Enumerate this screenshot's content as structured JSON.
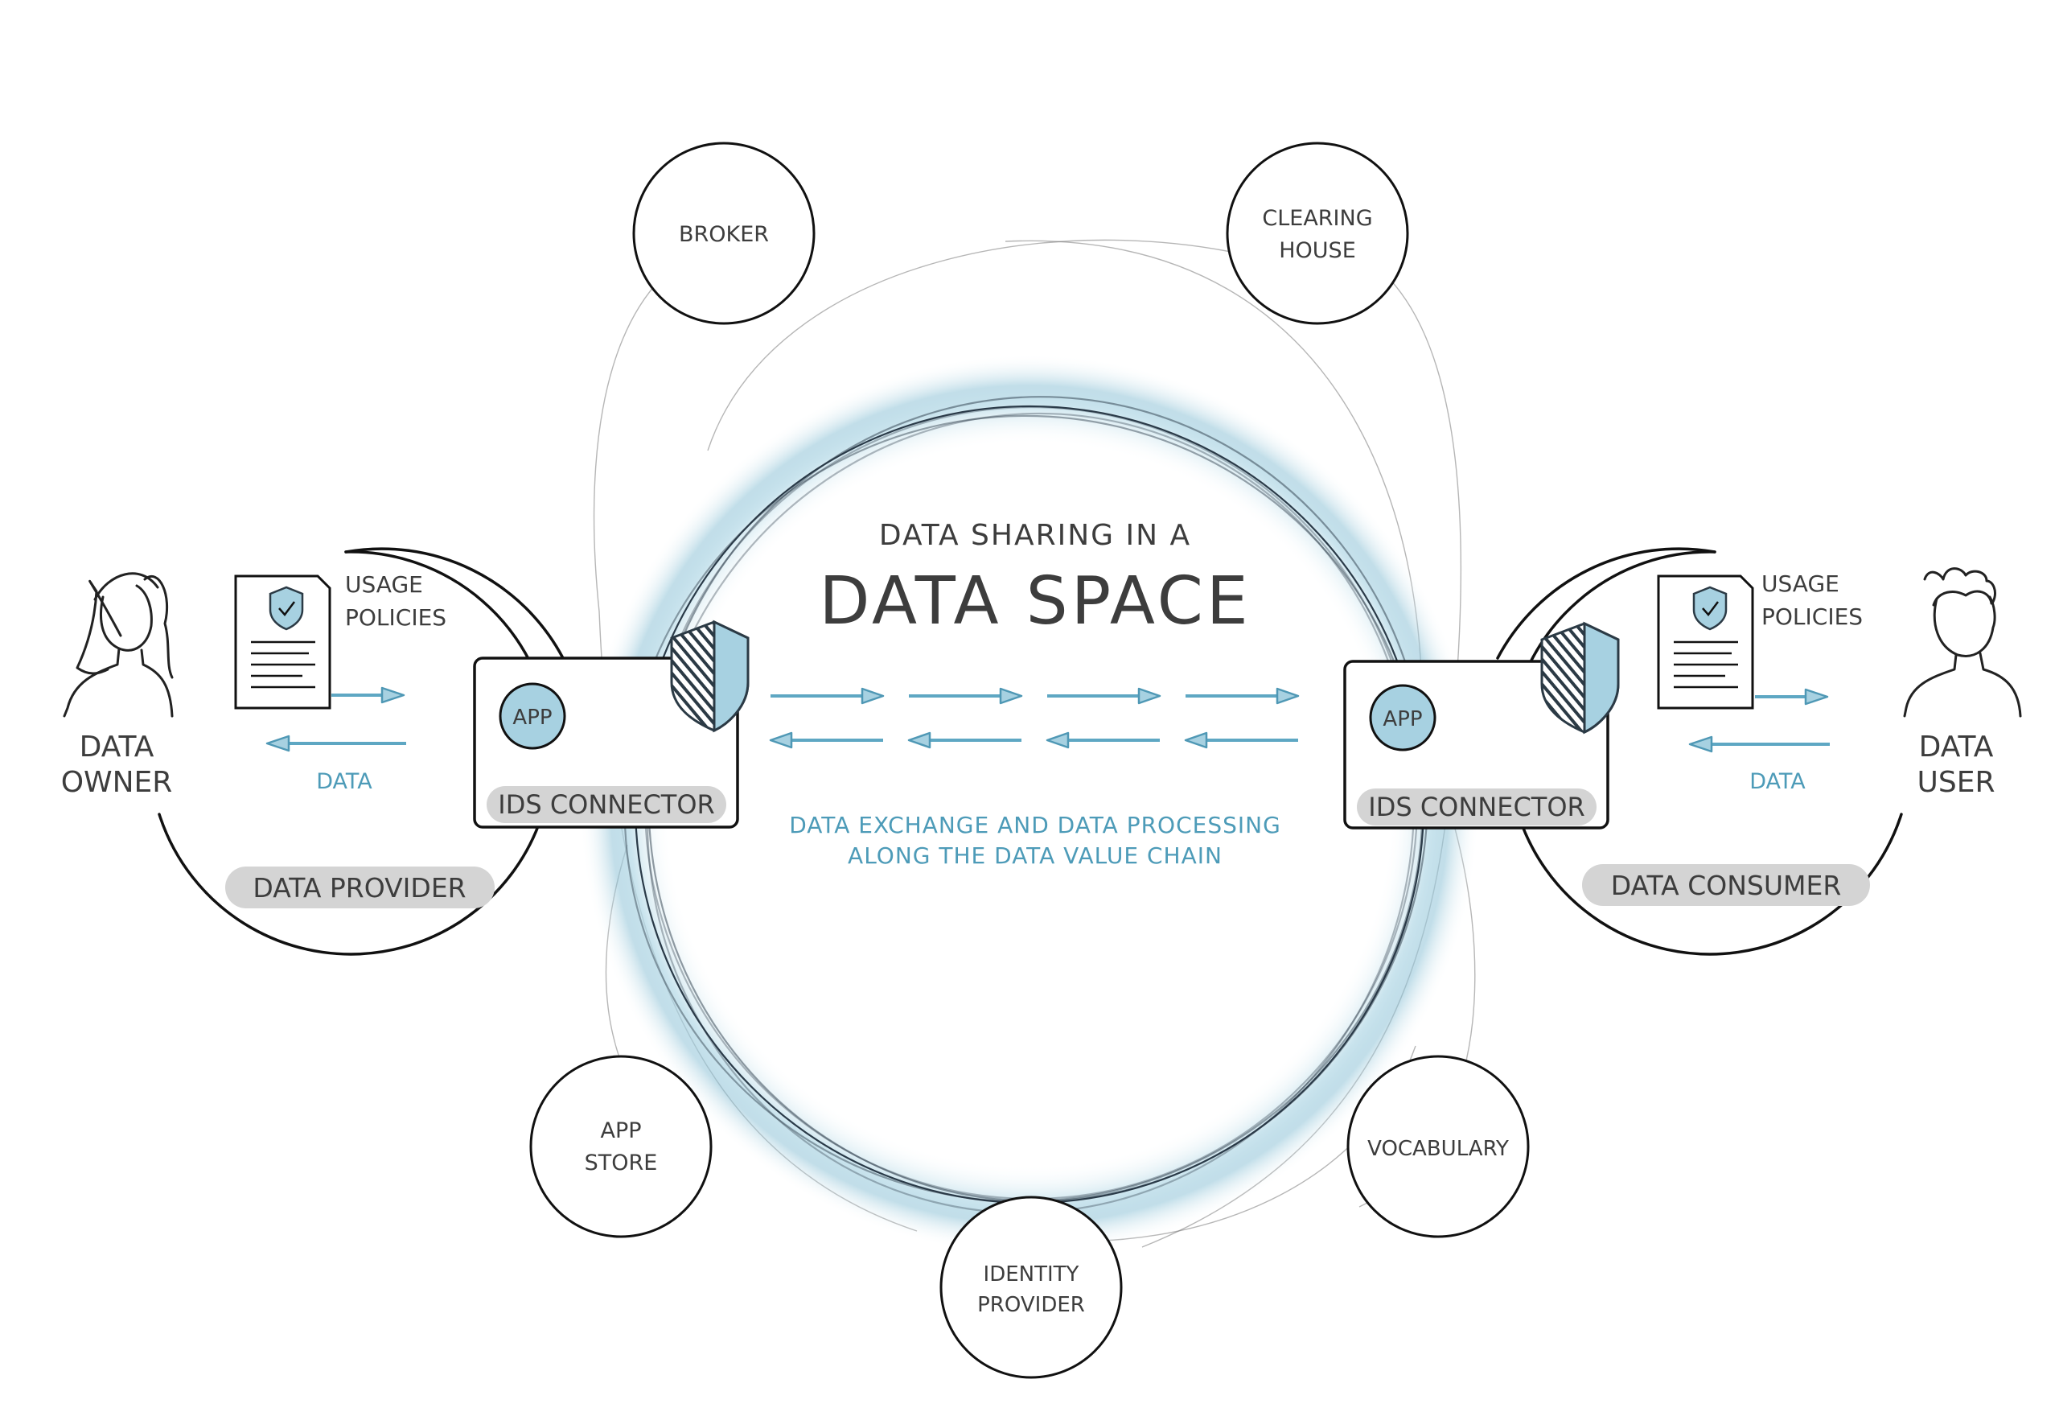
{
  "diagram": {
    "title_small": "DATA SHARING IN A",
    "title_large": "DATA SPACE",
    "exchange_line1": "DATA EXCHANGE AND DATA PROCESSING",
    "exchange_line2": "ALONG THE DATA VALUE CHAIN",
    "services": {
      "broker": "BROKER",
      "clearing_house_line1": "CLEARING",
      "clearing_house_line2": "HOUSE",
      "app_store_line1": "APP",
      "app_store_line2": "STORE",
      "identity_provider_line1": "IDENTITY",
      "identity_provider_line2": "PROVIDER",
      "vocabulary": "VOCABULARY"
    },
    "provider": {
      "role_line1": "DATA",
      "role_line2": "OWNER",
      "policies_line1": "USAGE",
      "policies_line2": "POLICIES",
      "data_label": "DATA",
      "connector_label": "IDS CONNECTOR",
      "app_label": "APP",
      "group_label": "DATA PROVIDER"
    },
    "consumer": {
      "role_line1": "DATA",
      "role_line2": "USER",
      "policies_line1": "USAGE",
      "policies_line2": "POLICIES",
      "data_label": "DATA",
      "connector_label": "IDS CONNECTOR",
      "app_label": "APP",
      "group_label": "DATA CONSUMER"
    },
    "colors": {
      "accent_blue": "#5ea7c3",
      "app_fill": "#a7d1e1",
      "ink": "#222222",
      "text": "#3d3d3d",
      "pill": "#d4d4d4"
    }
  }
}
